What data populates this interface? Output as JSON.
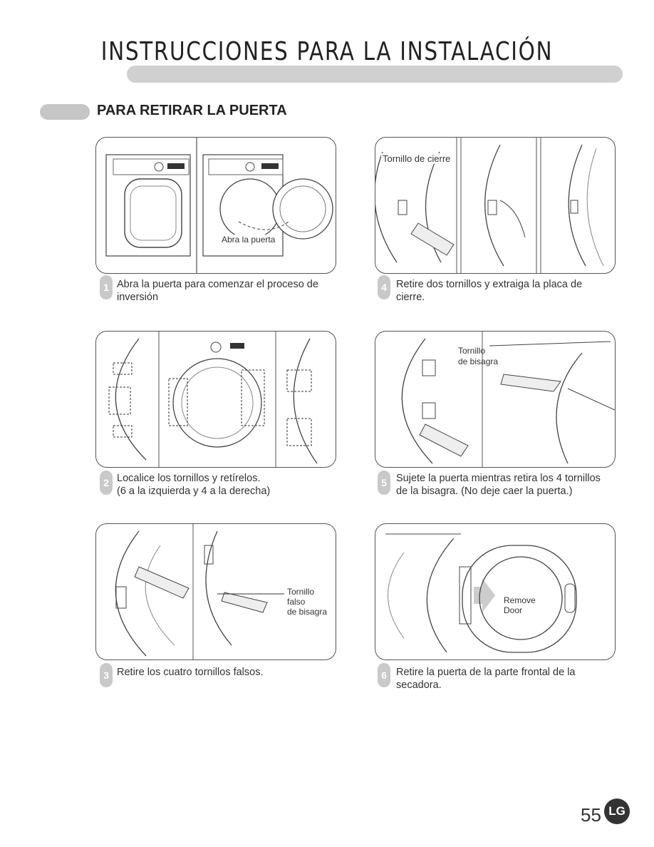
{
  "header": {
    "title": "INSTRUCCIONES PARA LA INSTALACIÓN"
  },
  "section": {
    "title": "PARA RETIRAR LA PUERTA"
  },
  "steps": [
    {
      "number": "1",
      "lines": [
        "Abra la puerta para comenzar el proceso de",
        "inversión"
      ]
    },
    {
      "number": "2",
      "lines": [
        "Localice los tornillos y retírelos.",
        "(6 a la izquierda y 4 a la derecha)"
      ]
    },
    {
      "number": "3",
      "lines": [
        "Retire los cuatro tornillos falsos.",
        ""
      ]
    },
    {
      "number": "4",
      "lines": [
        "Retire dos tornillos y extraiga la placa de",
        "cierre."
      ]
    },
    {
      "number": "5",
      "lines": [
        "Sujete la puerta mientras retira los 4 tornillos",
        "de la bisagra. (No deje caer la puerta.)"
      ]
    },
    {
      "number": "6",
      "lines": [
        "Retire la puerta de la parte frontal de la",
        "secadora."
      ]
    }
  ],
  "callouts": {
    "open_door": "Abra la puerta",
    "latch_screw": "Tornillo de cierre",
    "hinge_screw_1": "Tornillo",
    "hinge_screw_2": "de bisagra",
    "fake_screw_1": "Tornillo",
    "fake_screw_2": "falso",
    "fake_screw_3": "de bisagra",
    "remove_door_1": "Remove",
    "remove_door_2": "Door"
  },
  "footer": {
    "page_number": "55",
    "logo": "LG"
  }
}
